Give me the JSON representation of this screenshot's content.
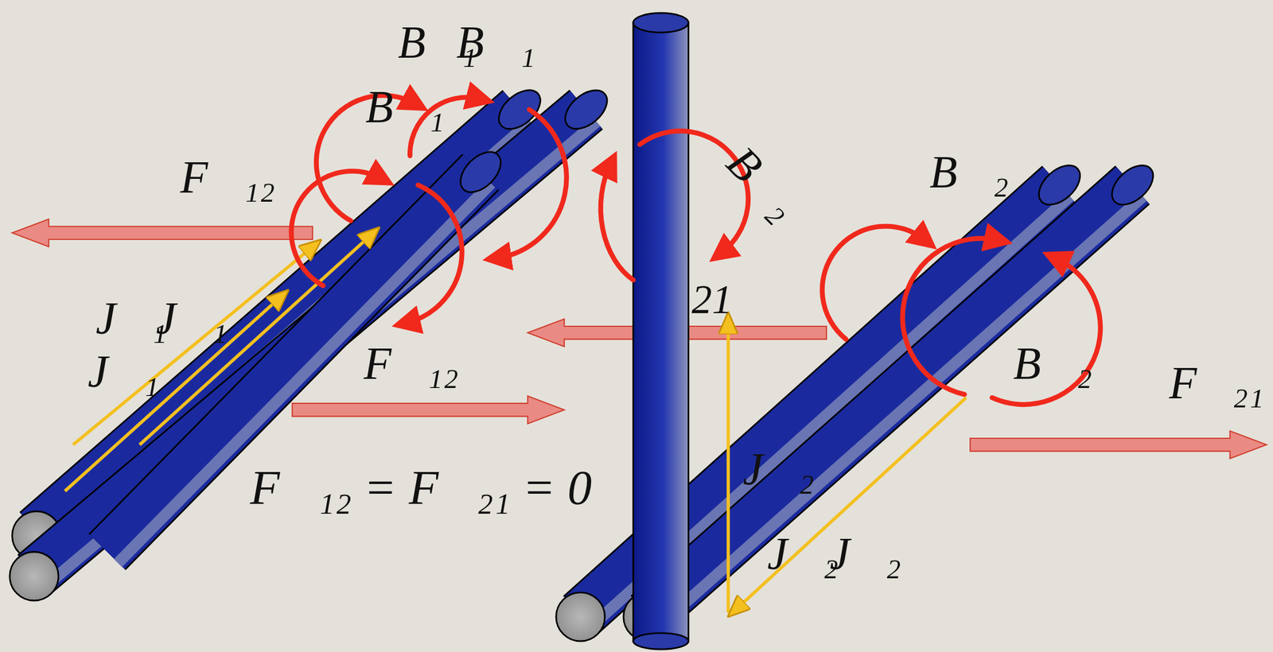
{
  "diagram": {
    "labels": [
      "B⃗₁",
      "B⃗₁",
      "B⃗₁",
      "F⃗₁₂",
      "J⃗₁",
      "J⃗₁",
      "J⃗₁",
      "F⃗₁₂",
      "F⃗₁₂ = F⃗₂₁ = 0",
      "B⃗₂",
      "21",
      "B⃗₂",
      "B⃗₂",
      "F⃗₂₁",
      "J⃗₂",
      "J⃗₂",
      "J⃗₂"
    ]
  }
}
